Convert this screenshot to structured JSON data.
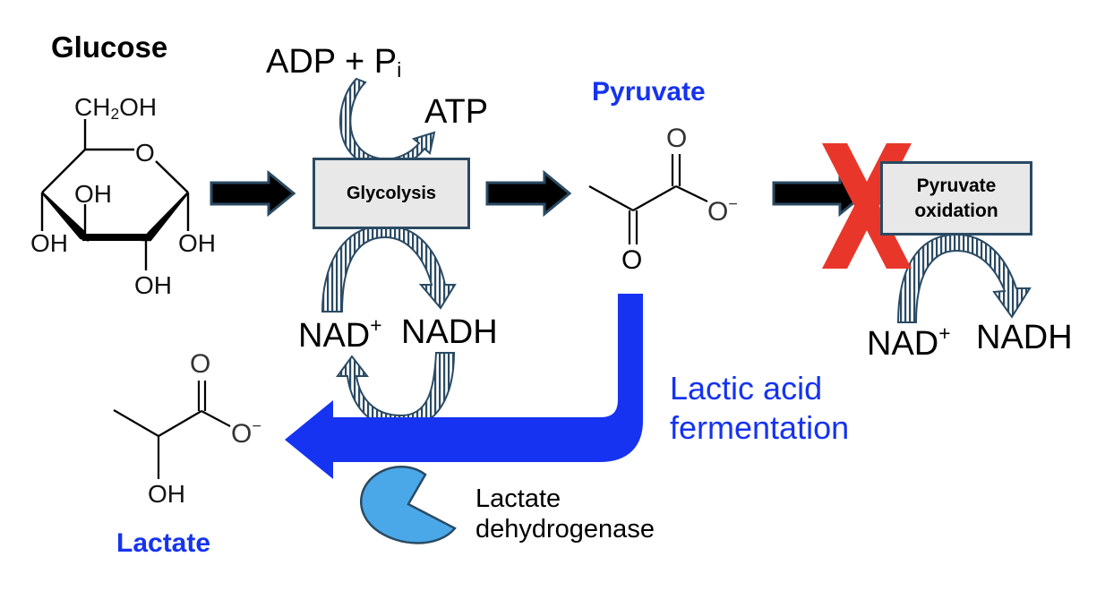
{
  "molecules": {
    "glucose": {
      "name": "Glucose",
      "ch2oh": "CH",
      "ch2oh_sub": "2",
      "ch2oh_tail": "OH",
      "ring_o": "O",
      "oh": "OH"
    },
    "pyruvate": {
      "name": "Pyruvate",
      "o": "O",
      "o_minus": "O",
      "minus": "−"
    },
    "lactate": {
      "name": "Lactate",
      "o": "O",
      "o_minus": "O",
      "minus": "−",
      "oh": "OH"
    }
  },
  "glycolysis": {
    "label": "Glycolysis",
    "adp": "ADP + P",
    "adp_sub": "i",
    "atp": "ATP",
    "nad": "NAD",
    "nad_sup": "+",
    "nadh": "NADH"
  },
  "pyruvate_oxidation": {
    "label_line1": "Pyruvate",
    "label_line2": "oxidation",
    "blocked": true,
    "nad": "NAD",
    "nad_sup": "+",
    "nadh": "NADH"
  },
  "fermentation": {
    "label_line1": "Lactic acid",
    "label_line2": "fermentation",
    "enzyme_line1": "Lactate",
    "enzyme_line2": "dehydrogenase"
  },
  "colors": {
    "blue_accent": "#1533f0",
    "block_x": "#e8372a",
    "arrow_dark": "#000000",
    "arrow_outline": "#2a4a63",
    "box_fill": "#e8e8e8",
    "enzyme_fill": "#4aa8e8"
  }
}
